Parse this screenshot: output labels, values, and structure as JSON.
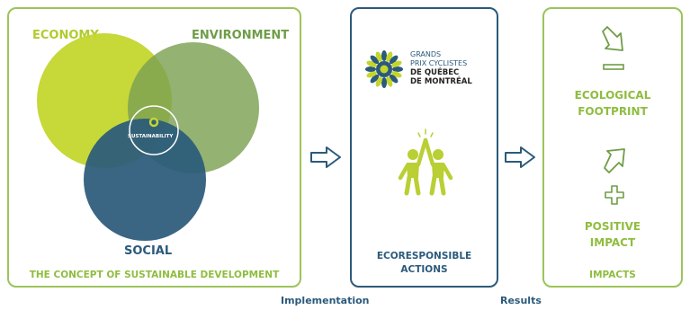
{
  "concept": {
    "economy_label": "ECONOMY",
    "environment_label": "ENVIRONMENT",
    "social_label": "SOCIAL",
    "sustainability_label": "SUSTAINABILITY",
    "caption": "THE CONCEPT OF SUSTAINABLE DEVELOPMENT"
  },
  "actions": {
    "logo_lines": [
      "GRANDS",
      "PRIX CYCLISTES",
      "DE QUÉBEC",
      "DE MONTRÉAL"
    ],
    "caption_lines": [
      "ECORESPONSIBLE",
      "ACTIONS"
    ]
  },
  "impacts": {
    "ecological_lines": [
      "ECOLOGICAL",
      "FOOTPRINT"
    ],
    "positive_lines": [
      "POSITIVE",
      "IMPACT"
    ],
    "caption": "IMPACTS"
  },
  "flow": {
    "implementation_label": "Implementation",
    "results_label": "Results"
  },
  "colors": {
    "lime": "#c4d62e",
    "olive": "#7da152",
    "navy": "#2b5a7b",
    "accent_green": "#8fbd3f"
  },
  "icons": [
    "down-arrow-icon",
    "minus-icon",
    "up-arrow-icon",
    "plus-icon",
    "high-five-icon",
    "right-arrow-icon"
  ]
}
